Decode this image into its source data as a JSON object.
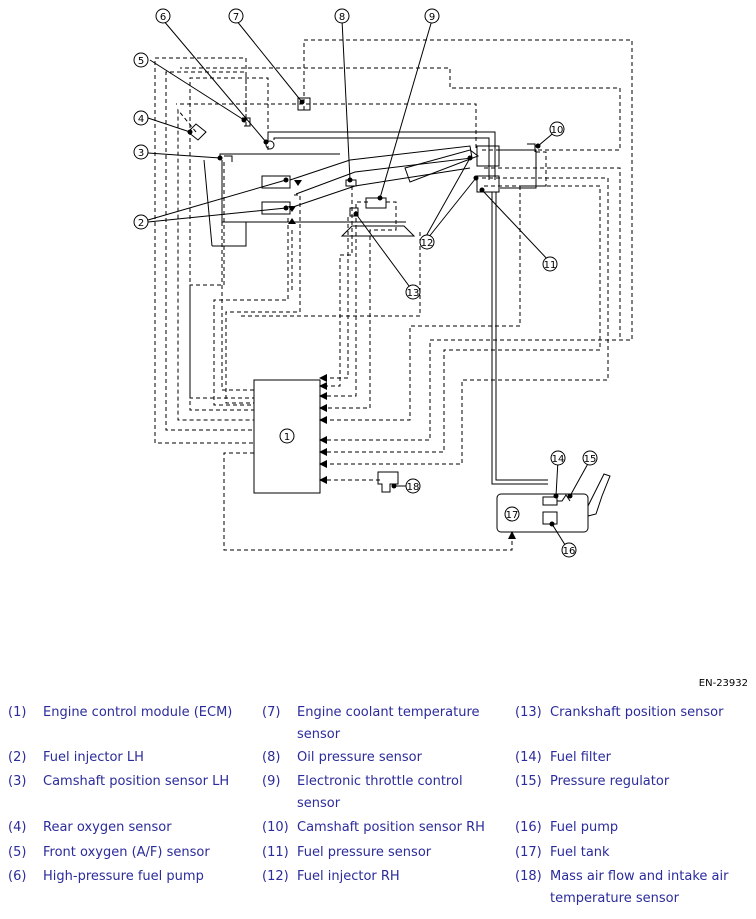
{
  "figure_code": "EN-23932",
  "diagram": {
    "callouts": [
      "1",
      "2",
      "3",
      "4",
      "5",
      "6",
      "7",
      "8",
      "9",
      "10",
      "11",
      "12",
      "13",
      "14",
      "15",
      "16",
      "17",
      "18"
    ]
  },
  "legend": [
    {
      "num": "(1)",
      "text": "Engine control module (ECM)"
    },
    {
      "num": "(2)",
      "text": "Fuel injector LH"
    },
    {
      "num": "(3)",
      "text": "Camshaft position sensor LH"
    },
    {
      "num": "(4)",
      "text": "Rear oxygen sensor"
    },
    {
      "num": "(5)",
      "text": "Front oxygen (A/F) sensor"
    },
    {
      "num": "(6)",
      "text": "High-pressure fuel pump"
    },
    {
      "num": "(7)",
      "text": "Engine coolant temperature sensor"
    },
    {
      "num": "(8)",
      "text": "Oil pressure sensor"
    },
    {
      "num": "(9)",
      "text": "Electronic throttle control sensor"
    },
    {
      "num": "(10)",
      "text": "Camshaft position sensor RH"
    },
    {
      "num": "(11)",
      "text": "Fuel pressure sensor"
    },
    {
      "num": "(12)",
      "text": "Fuel injector RH"
    },
    {
      "num": "(13)",
      "text": "Crankshaft position sensor"
    },
    {
      "num": "(14)",
      "text": "Fuel filter"
    },
    {
      "num": "(15)",
      "text": "Pressure regulator"
    },
    {
      "num": "(16)",
      "text": "Fuel pump"
    },
    {
      "num": "(17)",
      "text": "Fuel tank"
    },
    {
      "num": "(18)",
      "text": "Mass air flow and intake air temperature sensor"
    }
  ]
}
